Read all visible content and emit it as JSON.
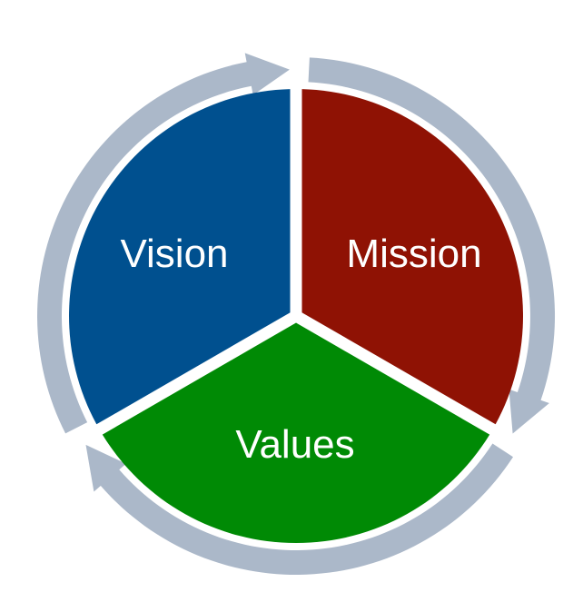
{
  "diagram": {
    "type": "cycle",
    "segments": [
      {
        "id": "vision",
        "label": "Vision",
        "color": "#00508F"
      },
      {
        "id": "mission",
        "label": "Mission",
        "color": "#8F1204"
      },
      {
        "id": "values",
        "label": "Values",
        "color": "#008A05"
      }
    ],
    "arrow_color": "#ABB8C9",
    "background": "#FFFFFF"
  }
}
